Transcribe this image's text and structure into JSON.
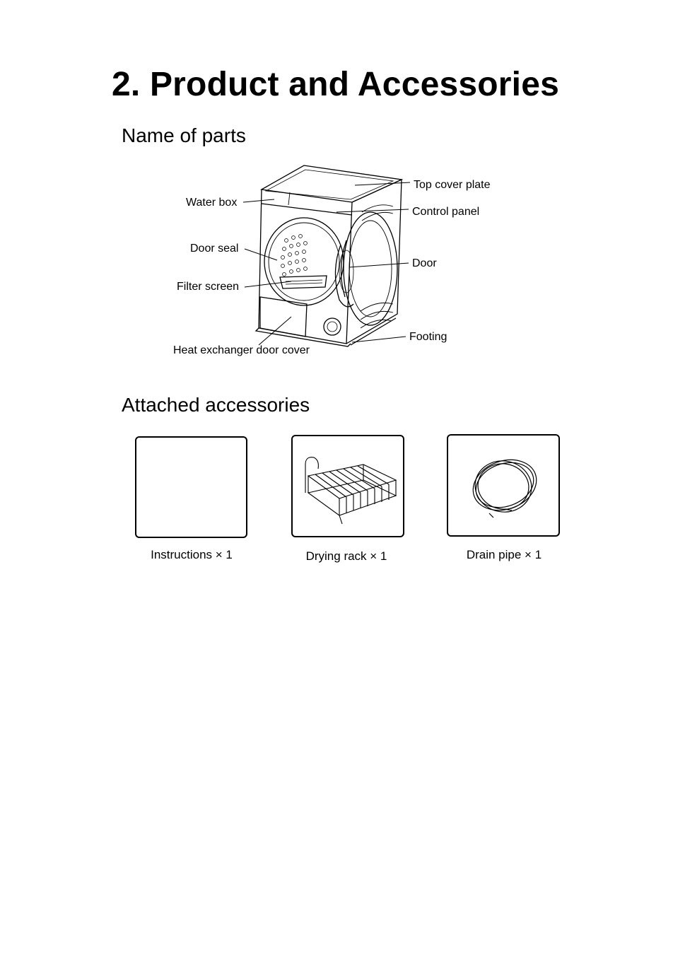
{
  "page": {
    "title": "2. Product and Accessories",
    "section_parts": "Name of parts",
    "section_accessories": "Attached accessories"
  },
  "parts": {
    "top_cover_plate": "Top cover plate",
    "water_box": "Water box",
    "control_panel": "Control panel",
    "door_seal": "Door seal",
    "door": "Door",
    "filter_screen": "Filter screen",
    "footing": "Footing",
    "heat_exchanger_door_cover": "Heat exchanger door cover"
  },
  "accessories": [
    {
      "label": "Instructions × 1"
    },
    {
      "label": "Drying rack × 1"
    },
    {
      "label": "Drain pipe × 1"
    }
  ]
}
